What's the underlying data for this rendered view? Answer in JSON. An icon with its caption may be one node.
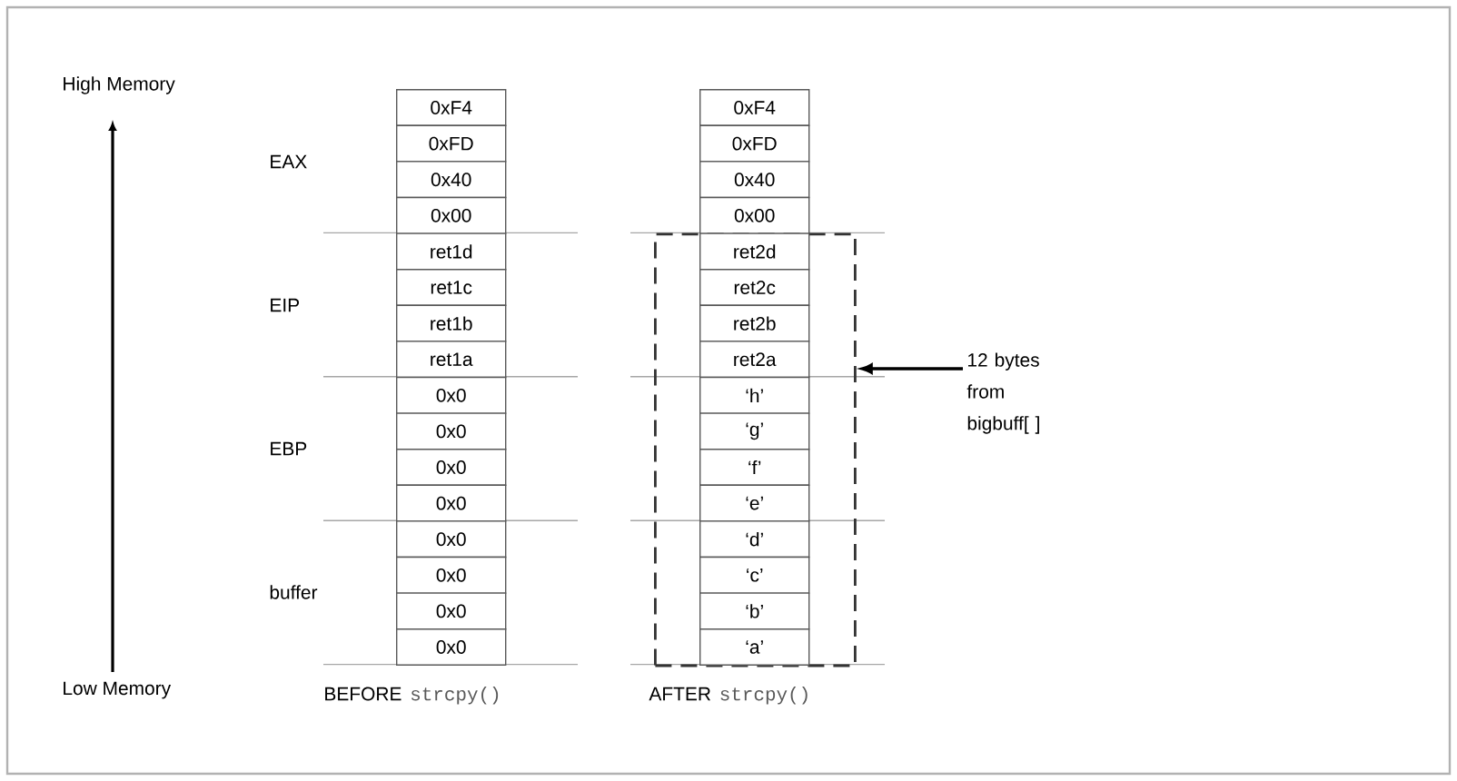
{
  "diagram": {
    "nodes": [
      {
        "text": [
          "0xF4"
        ]
      },
      {
        "text": [
          "0xFD"
        ]
      },
      {
        "text": [
          "0x40"
        ]
      },
      {
        "text": [
          "0x00"
        ]
      },
      {
        "text": [
          "ret1d"
        ]
      },
      {
        "text": [
          "ret1c"
        ]
      },
      {
        "text": [
          "ret1b"
        ]
      },
      {
        "text": [
          "ret1a"
        ]
      },
      {
        "text": [
          "0x0"
        ]
      },
      {
        "text": [
          "0x0"
        ]
      },
      {
        "text": [
          "0x0"
        ]
      },
      {
        "text": [
          "0x0"
        ]
      },
      {
        "text": [
          "0x0"
        ]
      },
      {
        "text": [
          "0x0"
        ]
      },
      {
        "text": [
          "0x0"
        ]
      },
      {
        "text": [
          "0x0"
        ]
      },
      {
        "text": [
          "0xF4"
        ]
      },
      {
        "text": [
          "0xFD"
        ]
      },
      {
        "text": [
          "0x40"
        ]
      },
      {
        "text": [
          "0x00"
        ]
      },
      {
        "text": [],
        "shape": "box"
      },
      {
        "text": [
          "ret2d"
        ],
        "in": 20
      },
      {
        "text": [
          "ret2c"
        ],
        "in": 20
      },
      {
        "text": [
          "ret2b"
        ],
        "in": 20
      },
      {
        "text": [
          "ret2a"
        ],
        "in": 20
      },
      {
        "text": [
          "‘h’"
        ],
        "in": 20
      },
      {
        "text": [
          "‘g’"
        ],
        "in": 20
      },
      {
        "text": [
          "‘f’"
        ],
        "in": 20
      },
      {
        "text": [
          "‘e’"
        ],
        "in": 20
      },
      {
        "text": [
          "‘d’"
        ],
        "in": 20
      },
      {
        "text": [
          "‘c’"
        ],
        "in": 20
      },
      {
        "text": [
          "‘b’"
        ],
        "in": 20
      },
      {
        "text": [
          "‘a’"
        ],
        "in": 20
      },
      {
        "text": [
          "12 bytes from bigbuff[ ]"
        ]
      }
    ],
    "edges": [
      {
        "from": 33,
        "to": 20,
        "arrow": "to"
      }
    ],
    "labels": [
      "High Memory",
      "EAX",
      "EIP",
      "EBP",
      "buffer",
      "Low Memory",
      "BEFORE",
      "strcpy()",
      "AFTER",
      "strcpy()"
    ]
  }
}
